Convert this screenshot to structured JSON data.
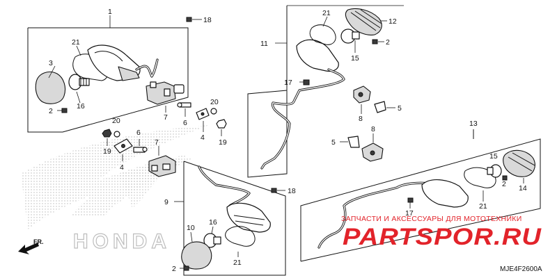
{
  "callouts": {
    "c1": "1",
    "c18a": "18",
    "c21a": "21",
    "c3": "3",
    "c16a": "16",
    "c2a": "2",
    "c7a": "7",
    "c6a": "6",
    "c20a": "20",
    "c4a": "4",
    "c19a": "19",
    "c20b": "20",
    "c19b": "19",
    "c6b": "6",
    "c4b": "4",
    "c7b": "7",
    "c11": "11",
    "c21b": "21",
    "c12": "12",
    "c2b": "2",
    "c15a": "15",
    "c17a": "17",
    "c8a": "8",
    "c5a": "5",
    "c5b": "5",
    "c8b": "8",
    "c13": "13",
    "c15b": "15",
    "c2c": "2",
    "c14": "14",
    "c17b": "17",
    "c21c": "21",
    "c18b": "18",
    "c9": "9",
    "c10": "10",
    "c16b": "16",
    "c21d": "21",
    "c2d": "2"
  },
  "watermark": {
    "caption": "ЗАПЧАСТИ И АКСЕССУАРЫ ДЛЯ МОТОТЕХНИКИ",
    "logo": "PARTSPOR.RU"
  },
  "brand_background": "HONDA",
  "direction_label": "FR.",
  "diagram_code": "MJE4F2600A",
  "colors": {
    "watermark_red": "#e2232a",
    "line": "#111111"
  }
}
